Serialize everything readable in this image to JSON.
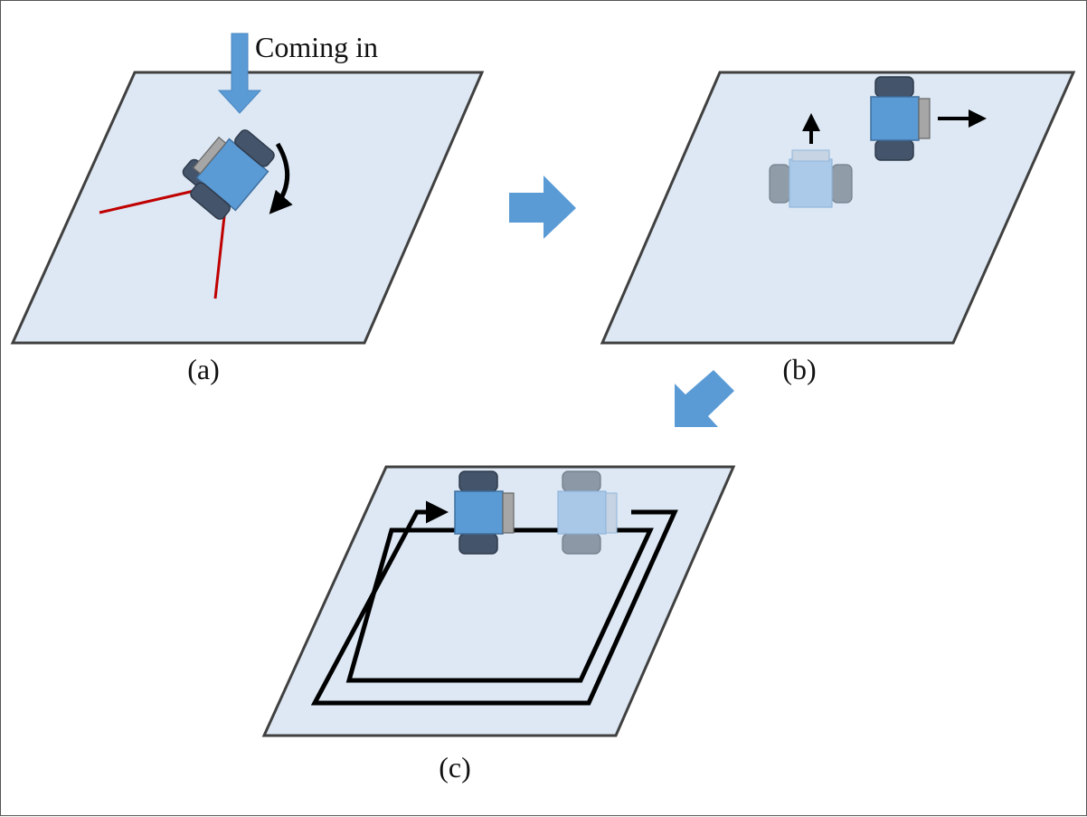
{
  "labels": {
    "incoming": "Coming in",
    "panel_a": "(a)",
    "panel_b": "(b)",
    "panel_c": "(c)"
  },
  "colors": {
    "plane_fill": "#dde8f4",
    "plane_stroke": "#404040",
    "robot_body": "#5b9bd5",
    "robot_wheel": "#44546a",
    "robot_bumper": "#a6a6a6",
    "faded_body": "#a9c8e8",
    "faded_wheel": "#8d98a6",
    "flow_arrow": "#5b9bd5",
    "sensor_ray": "#c00000",
    "path_line": "#000000"
  },
  "icons": {
    "flow": "block-arrow-icon",
    "robot": "robot-icon",
    "rotation": "curved-arrow-icon"
  }
}
